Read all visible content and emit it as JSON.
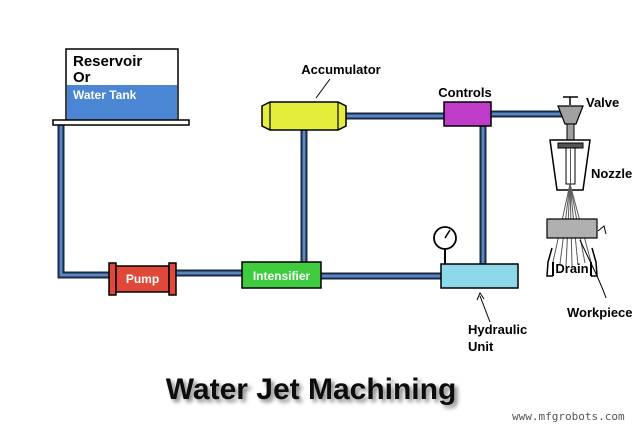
{
  "reservoir": {
    "line1": "Reservoir",
    "line2": "Or",
    "tank_label": "Water Tank"
  },
  "components": {
    "pump": "Pump",
    "intensifier": "Intensifier",
    "accumulator": "Accumulator",
    "controls": "Controls",
    "valve": "Valve",
    "nozzle": "Nozzle",
    "drain": "Drain",
    "workpiece": "Workpiece",
    "hydraulic_line1": "Hydraulic",
    "hydraulic_line2": "Unit"
  },
  "title": "Water Jet Machining",
  "watermark": "www.mfgrobots.com",
  "colors": {
    "pump": "#e0483a",
    "intensifier": "#3ecb3e",
    "accumulator": "#e4ee3a",
    "controls": "#c03cc8",
    "hydraulic_unit": "#8cd8e8",
    "water": "#4a86d4",
    "pipe_outer": "#1a2a44",
    "pipe_inner": "#5b86c4"
  }
}
